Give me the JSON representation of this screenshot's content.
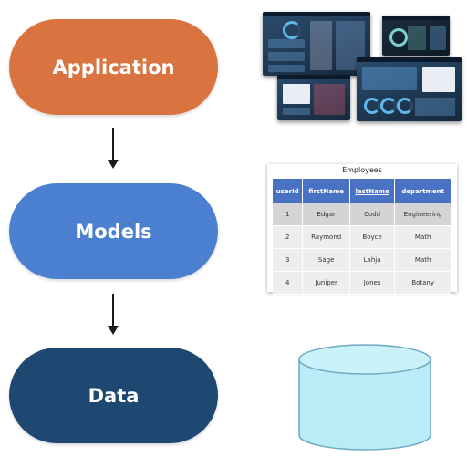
{
  "layers": {
    "application": "Application",
    "models": "Models",
    "data": "Data"
  },
  "table": {
    "title": "Employees",
    "headers": [
      "userId",
      "firstName",
      "lastName",
      "department"
    ],
    "rows": [
      [
        "1",
        "Edgar",
        "Codd",
        "Engineering"
      ],
      [
        "2",
        "Raymond",
        "Boyce",
        "Math"
      ],
      [
        "3",
        "Sage",
        "Lahja",
        "Math"
      ],
      [
        "4",
        "Juniper",
        "Jones",
        "Botany"
      ]
    ]
  },
  "colors": {
    "application": "#d9733f",
    "models": "#4a80cf",
    "data": "#1e4871",
    "table_header": "#4a72c4",
    "cylinder": "#b9ecf7"
  },
  "icons": {
    "dashboards": "dashboard-screenshots-collage",
    "database": "database-cylinder-icon"
  }
}
